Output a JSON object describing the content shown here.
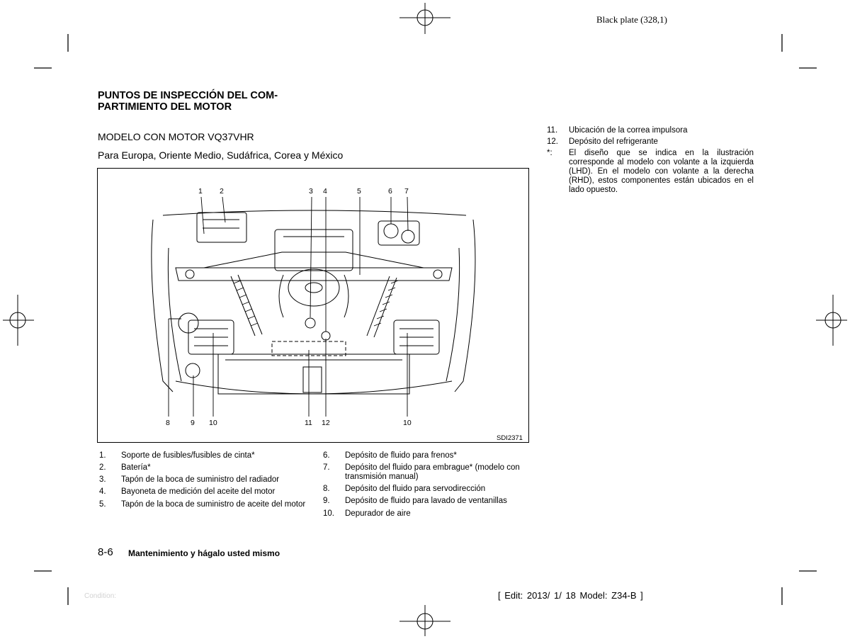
{
  "header": {
    "plate": "Black plate (328,1)"
  },
  "section": {
    "title_line1": "PUNTOS DE INSPECCIÓN DEL COM-",
    "title_line2": "PARTIMIENTO DEL MOTOR",
    "model": "MODELO CON MOTOR VQ37VHR",
    "region": "Para Europa, Oriente Medio, Sudáfrica, Corea y México"
  },
  "figure": {
    "code": "SDI2371",
    "top_callouts": [
      "1",
      "2",
      "3",
      "4",
      "5",
      "6",
      "7"
    ],
    "bottom_callouts": [
      "8",
      "9",
      "10",
      "11",
      "12",
      "10"
    ]
  },
  "legend_left": [
    {
      "num": "1.",
      "text": "Soporte de fusibles/fusibles de cinta*"
    },
    {
      "num": "2.",
      "text": "Batería*"
    },
    {
      "num": "3.",
      "text": "Tapón de la boca de suministro del radiador"
    },
    {
      "num": "4.",
      "text": "Bayoneta de medición del aceite del motor"
    },
    {
      "num": "5.",
      "text": "Tapón de la boca de suministro de aceite del motor"
    }
  ],
  "legend_right": [
    {
      "num": "6.",
      "text": "Depósito de fluido para frenos*"
    },
    {
      "num": "7.",
      "text": "Depósito del fluido para embrague* (modelo con transmisión manual)"
    },
    {
      "num": "8.",
      "text": "Depósito del fluido para servodirección"
    },
    {
      "num": "9.",
      "text": "Depósito de fluido para lavado de ventanillas"
    },
    {
      "num": "10.",
      "text": "Depurador de aire"
    }
  ],
  "notes": [
    {
      "num": "11.",
      "text": "Ubicación de la correa impulsora"
    },
    {
      "num": "12.",
      "text": "Depósito del refrigerante"
    },
    {
      "num": "*:",
      "text": "El diseño que se indica en la ilustración corresponde al modelo con volante a la izquierda (LHD). En el modelo con volante a la derecha (RHD), estos componentes están ubicados en el lado opuesto."
    }
  ],
  "footer": {
    "page": "8-6",
    "chapter": "Mantenimiento y hágalo usted mismo",
    "faint_label": "Condition:",
    "edit": "[ Edit: 2013/ 1/ 18   Model:  Z34-B ]"
  }
}
